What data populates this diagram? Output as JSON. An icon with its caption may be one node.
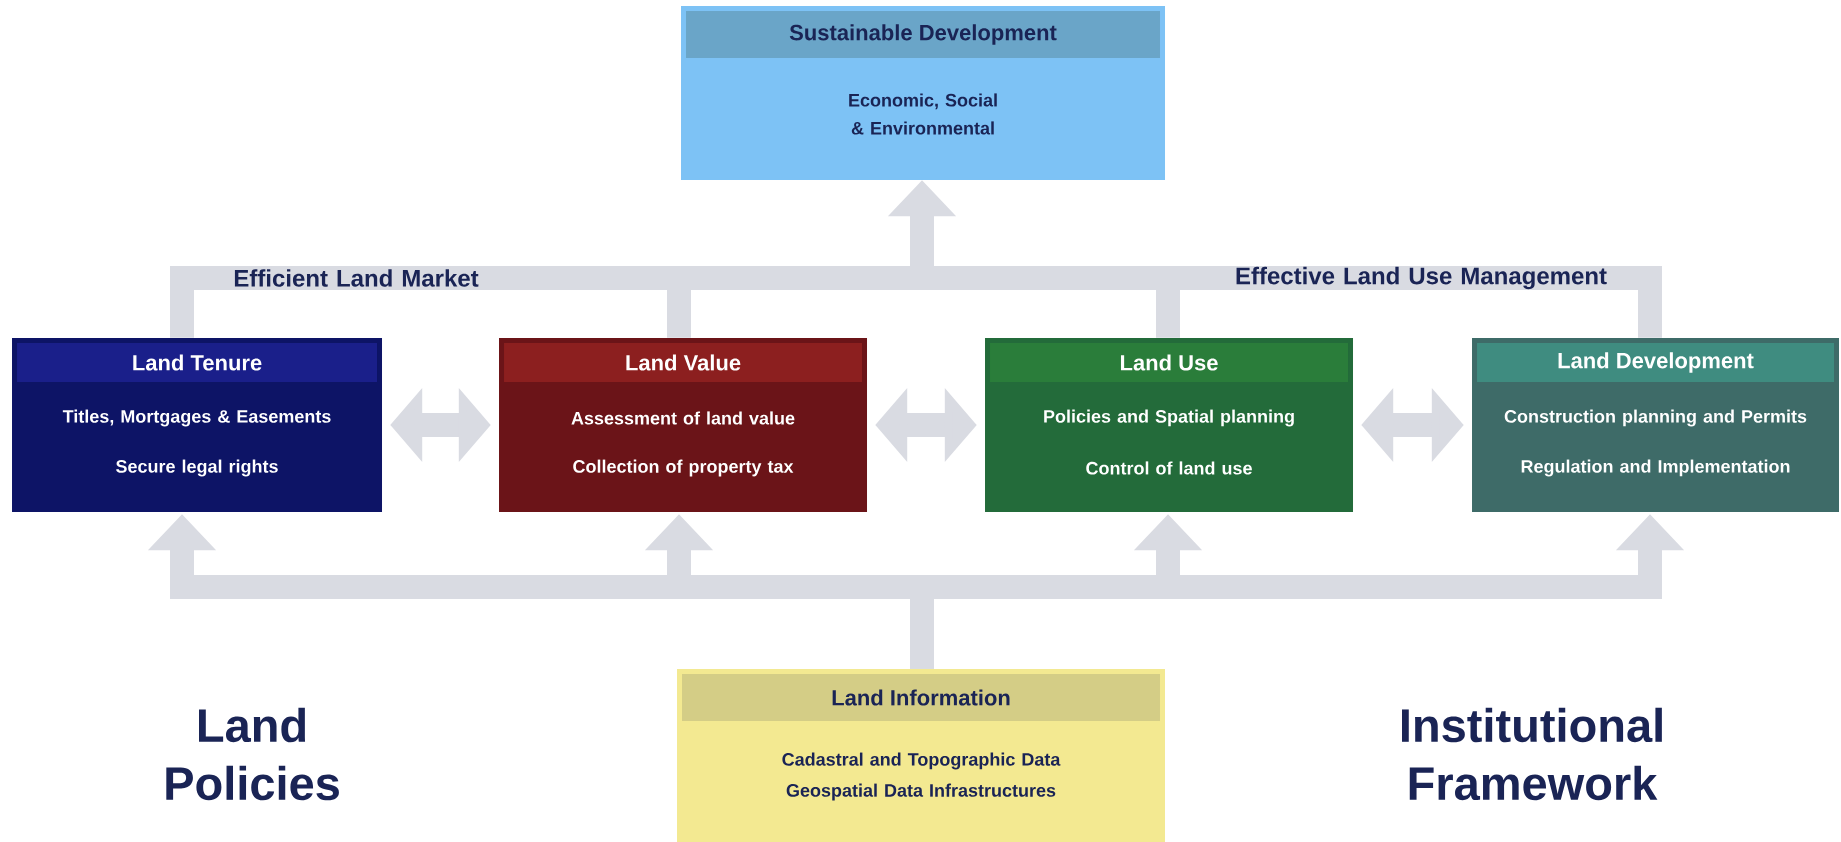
{
  "diagram": {
    "nodes": [
      {
        "text": [
          "Sustainable Development",
          "Economic, Social & Environmental"
        ]
      },
      {
        "text": [
          "Land Tenure",
          "Titles, Mortgages & Easements",
          "Secure legal rights"
        ]
      },
      {
        "text": [
          "Land Value",
          "Assessment of land value",
          "Collection of property tax"
        ]
      },
      {
        "text": [
          "Land Use",
          "Policies and Spatial planning",
          "Control of land use"
        ]
      },
      {
        "text": [
          "Land Development",
          "Construction planning and Permits",
          "Regulation and Implementation"
        ]
      },
      {
        "text": [
          "Land Information",
          "Cadastral and Topographic Data",
          "Geospatial Data Infrastructures"
        ]
      }
    ],
    "edges": [
      {
        "from": 1,
        "to": 2,
        "arrow": "both"
      },
      {
        "from": 2,
        "to": 3,
        "arrow": "both"
      },
      {
        "from": 3,
        "to": 4,
        "arrow": "both"
      },
      {
        "from": 5,
        "to": 1,
        "arrow": "to"
      },
      {
        "from": 5,
        "to": 2,
        "arrow": "to"
      },
      {
        "from": 5,
        "to": 3,
        "arrow": "to"
      },
      {
        "from": 5,
        "to": 4,
        "arrow": "to"
      },
      {
        "from": 1,
        "to": 0,
        "arrow": "to"
      },
      {
        "from": 2,
        "to": 0,
        "arrow": "to"
      },
      {
        "from": 3,
        "to": 0,
        "arrow": "to"
      },
      {
        "from": 4,
        "to": 0,
        "arrow": "to"
      }
    ],
    "labels": [
      "Efficient Land Market",
      "Effective Land Use Management",
      "Land Policies",
      "Institutional Framework"
    ]
  }
}
